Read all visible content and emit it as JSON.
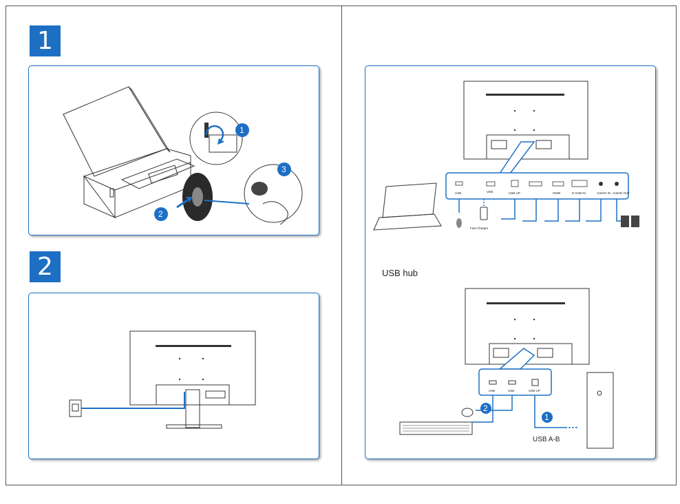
{
  "steps": {
    "step1": "1",
    "step2": "2"
  },
  "assembly_callouts": [
    "1",
    "2",
    "3"
  ],
  "connection_ports": {
    "usb": "USB",
    "usb_charge": "USB",
    "usb_up": "USB UP",
    "hdmi": "HDMI",
    "dsub": "D-SUB IN",
    "audio_in": "AUDIO IN",
    "audio_out": "AUDIO OUT",
    "fast_charger": "Fast Charger"
  },
  "usb_hub": {
    "title": "USB hub",
    "port_usb1": "USB",
    "port_usb2": "USB",
    "port_usb_up": "USB UP",
    "callout1": "1",
    "callout2": "2",
    "cable_label": "USB A-B"
  },
  "colors": {
    "accent": "#1d6fc4",
    "outline": "#333333"
  }
}
